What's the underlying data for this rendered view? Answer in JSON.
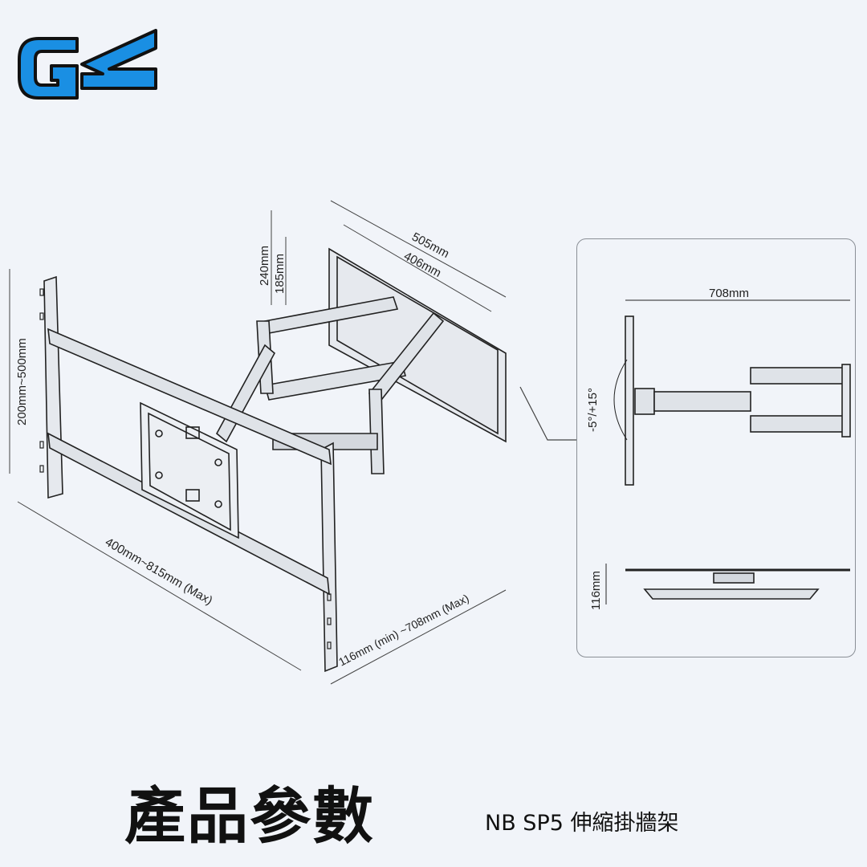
{
  "brand": {
    "logo_text": "GK",
    "logo_color": "#1a8fe3"
  },
  "diagram": {
    "main_dims": {
      "width_505": "505mm",
      "width_406": "406mm",
      "height_240": "240mm",
      "height_185": "185mm",
      "vertical_range": "200mm~500mm",
      "horizontal_range": "400mm~815mm (Max)",
      "depth_range": "116mm (min) ~708mm (Max)"
    },
    "side_dims": {
      "extension": "708mm",
      "tilt": "-5°/+15°",
      "min_depth": "116mm"
    }
  },
  "footer": {
    "title": "產品參數",
    "subtitle": "NB SP5 伸縮掛牆架"
  }
}
